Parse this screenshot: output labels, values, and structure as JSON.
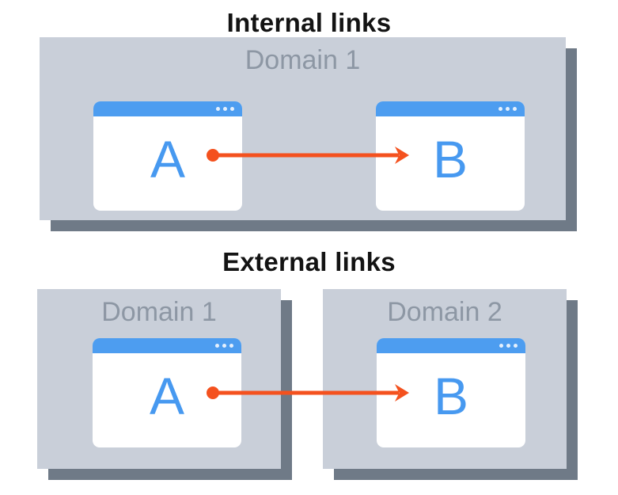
{
  "figure": {
    "sections": [
      {
        "title": "Internal links",
        "domains": [
          {
            "label": "Domain 1",
            "pages": [
              {
                "letter": "A"
              },
              {
                "letter": "B"
              }
            ]
          }
        ],
        "link": {
          "from": "A",
          "to": "B"
        }
      },
      {
        "title": "External links",
        "domains": [
          {
            "label": "Domain 1",
            "pages": [
              {
                "letter": "A"
              }
            ]
          },
          {
            "label": "Domain 2",
            "pages": [
              {
                "letter": "B"
              }
            ]
          }
        ],
        "link": {
          "from": "A",
          "to": "B"
        }
      }
    ]
  },
  "palette": {
    "heading": "#131313",
    "box_fill": "#C9CFD9",
    "box_shadow": "#6F7A87",
    "domain_label": "#8D97A4",
    "titlebar": "#4D9DF0",
    "window_bg": "#FFFFFF",
    "page_letter": "#4799F0",
    "arrow": "#F4511E"
  }
}
